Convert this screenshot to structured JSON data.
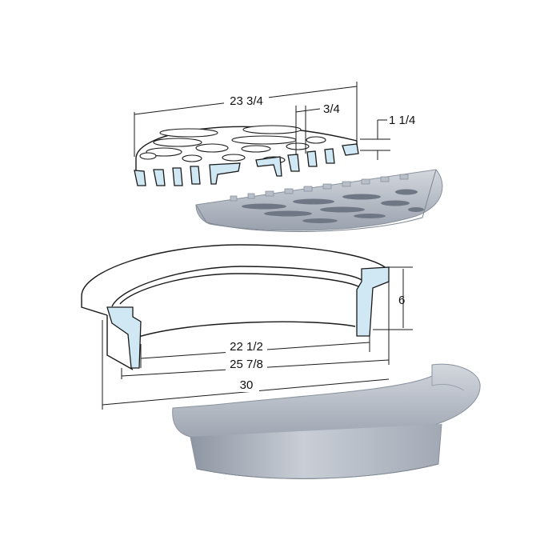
{
  "dimensions": {
    "grate_diameter": "23 3/4",
    "grate_bar_width": "3/4",
    "grate_thickness": "1 1/4",
    "frame_height": "6",
    "frame_inner_diameter": "22 1/2",
    "frame_opening_diameter": "25 7/8",
    "frame_outer_diameter": "30"
  },
  "colors": {
    "metal_light": "#c6cbd3",
    "metal_dark": "#8e96a3",
    "section_fill": "#cfe8f4",
    "line": "#1a1a1a"
  }
}
